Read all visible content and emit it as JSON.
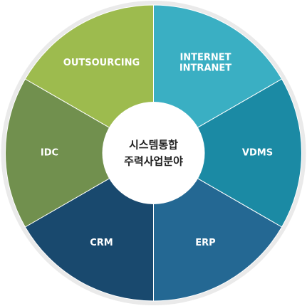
{
  "center": {
    "line1": "시스템통합",
    "line2": "주력사업분야"
  },
  "segments": [
    {
      "key": "internet",
      "label_line1": "INTERNET",
      "label_line2": "INTRANET",
      "color": "#3AAFC3"
    },
    {
      "key": "vdms",
      "label_line1": "VDMS",
      "label_line2": "",
      "color": "#1B8AA4"
    },
    {
      "key": "erp",
      "label_line1": "ERP",
      "label_line2": "",
      "color": "#246893"
    },
    {
      "key": "crm",
      "label_line1": "CRM",
      "label_line2": "",
      "color": "#19496E"
    },
    {
      "key": "idc",
      "label_line1": "IDC",
      "label_line2": "",
      "color": "#71904E"
    },
    {
      "key": "outsourcing",
      "label_line1": "OUTSOURCING",
      "label_line2": "",
      "color": "#9DBB4E"
    }
  ],
  "colors": {
    "border_ring": "#EAEAEA",
    "center_fill": "#FFFFFF",
    "separator": "#FFFFFF"
  }
}
